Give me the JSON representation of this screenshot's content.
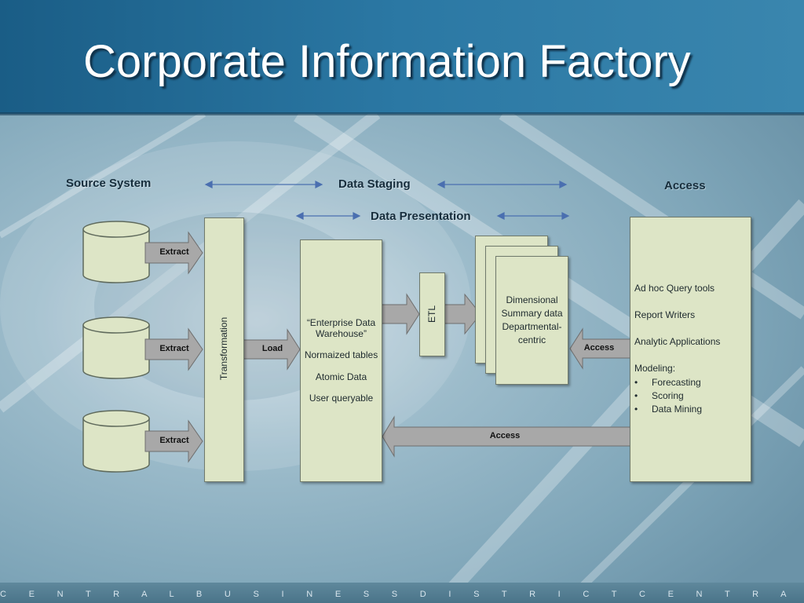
{
  "slide": {
    "title": "Corporate Information Factory",
    "footer_band": "C E N T R A L B U S I N E S S D I S T R I C T C E N T R A L B U S I N E S S D I S T R I C T C E N T R A"
  },
  "headers": {
    "source_system": "Source System",
    "data_staging": "Data Staging",
    "data_presentation": "Data Presentation",
    "access": "Access"
  },
  "arrows": {
    "extract": "Extract",
    "load": "Load",
    "access": "Access"
  },
  "boxes": {
    "transformation": "Transformation",
    "etl": "ETL",
    "warehouse": {
      "line1": "“Enterprise Data",
      "line2": "Warehouse”",
      "item1": "Normaized tables",
      "item2": "Atomic Data",
      "item3": "User queryable"
    },
    "dimensional": {
      "line1": "Dimensional",
      "line2": "Summary data",
      "line3": "Departmental-",
      "line4": "centric"
    },
    "access_tools": {
      "item1": "Ad hoc Query tools",
      "item2": "Report Writers",
      "item3": "Analytic Applications",
      "modeling": "Modeling:",
      "bullets": [
        "Forecasting",
        "Scoring",
        "Data Mining"
      ]
    }
  },
  "colors": {
    "box_fill": "#dde5c6",
    "arrow_fill": "#a8a8a8",
    "header_bar": "#1d5a82"
  }
}
